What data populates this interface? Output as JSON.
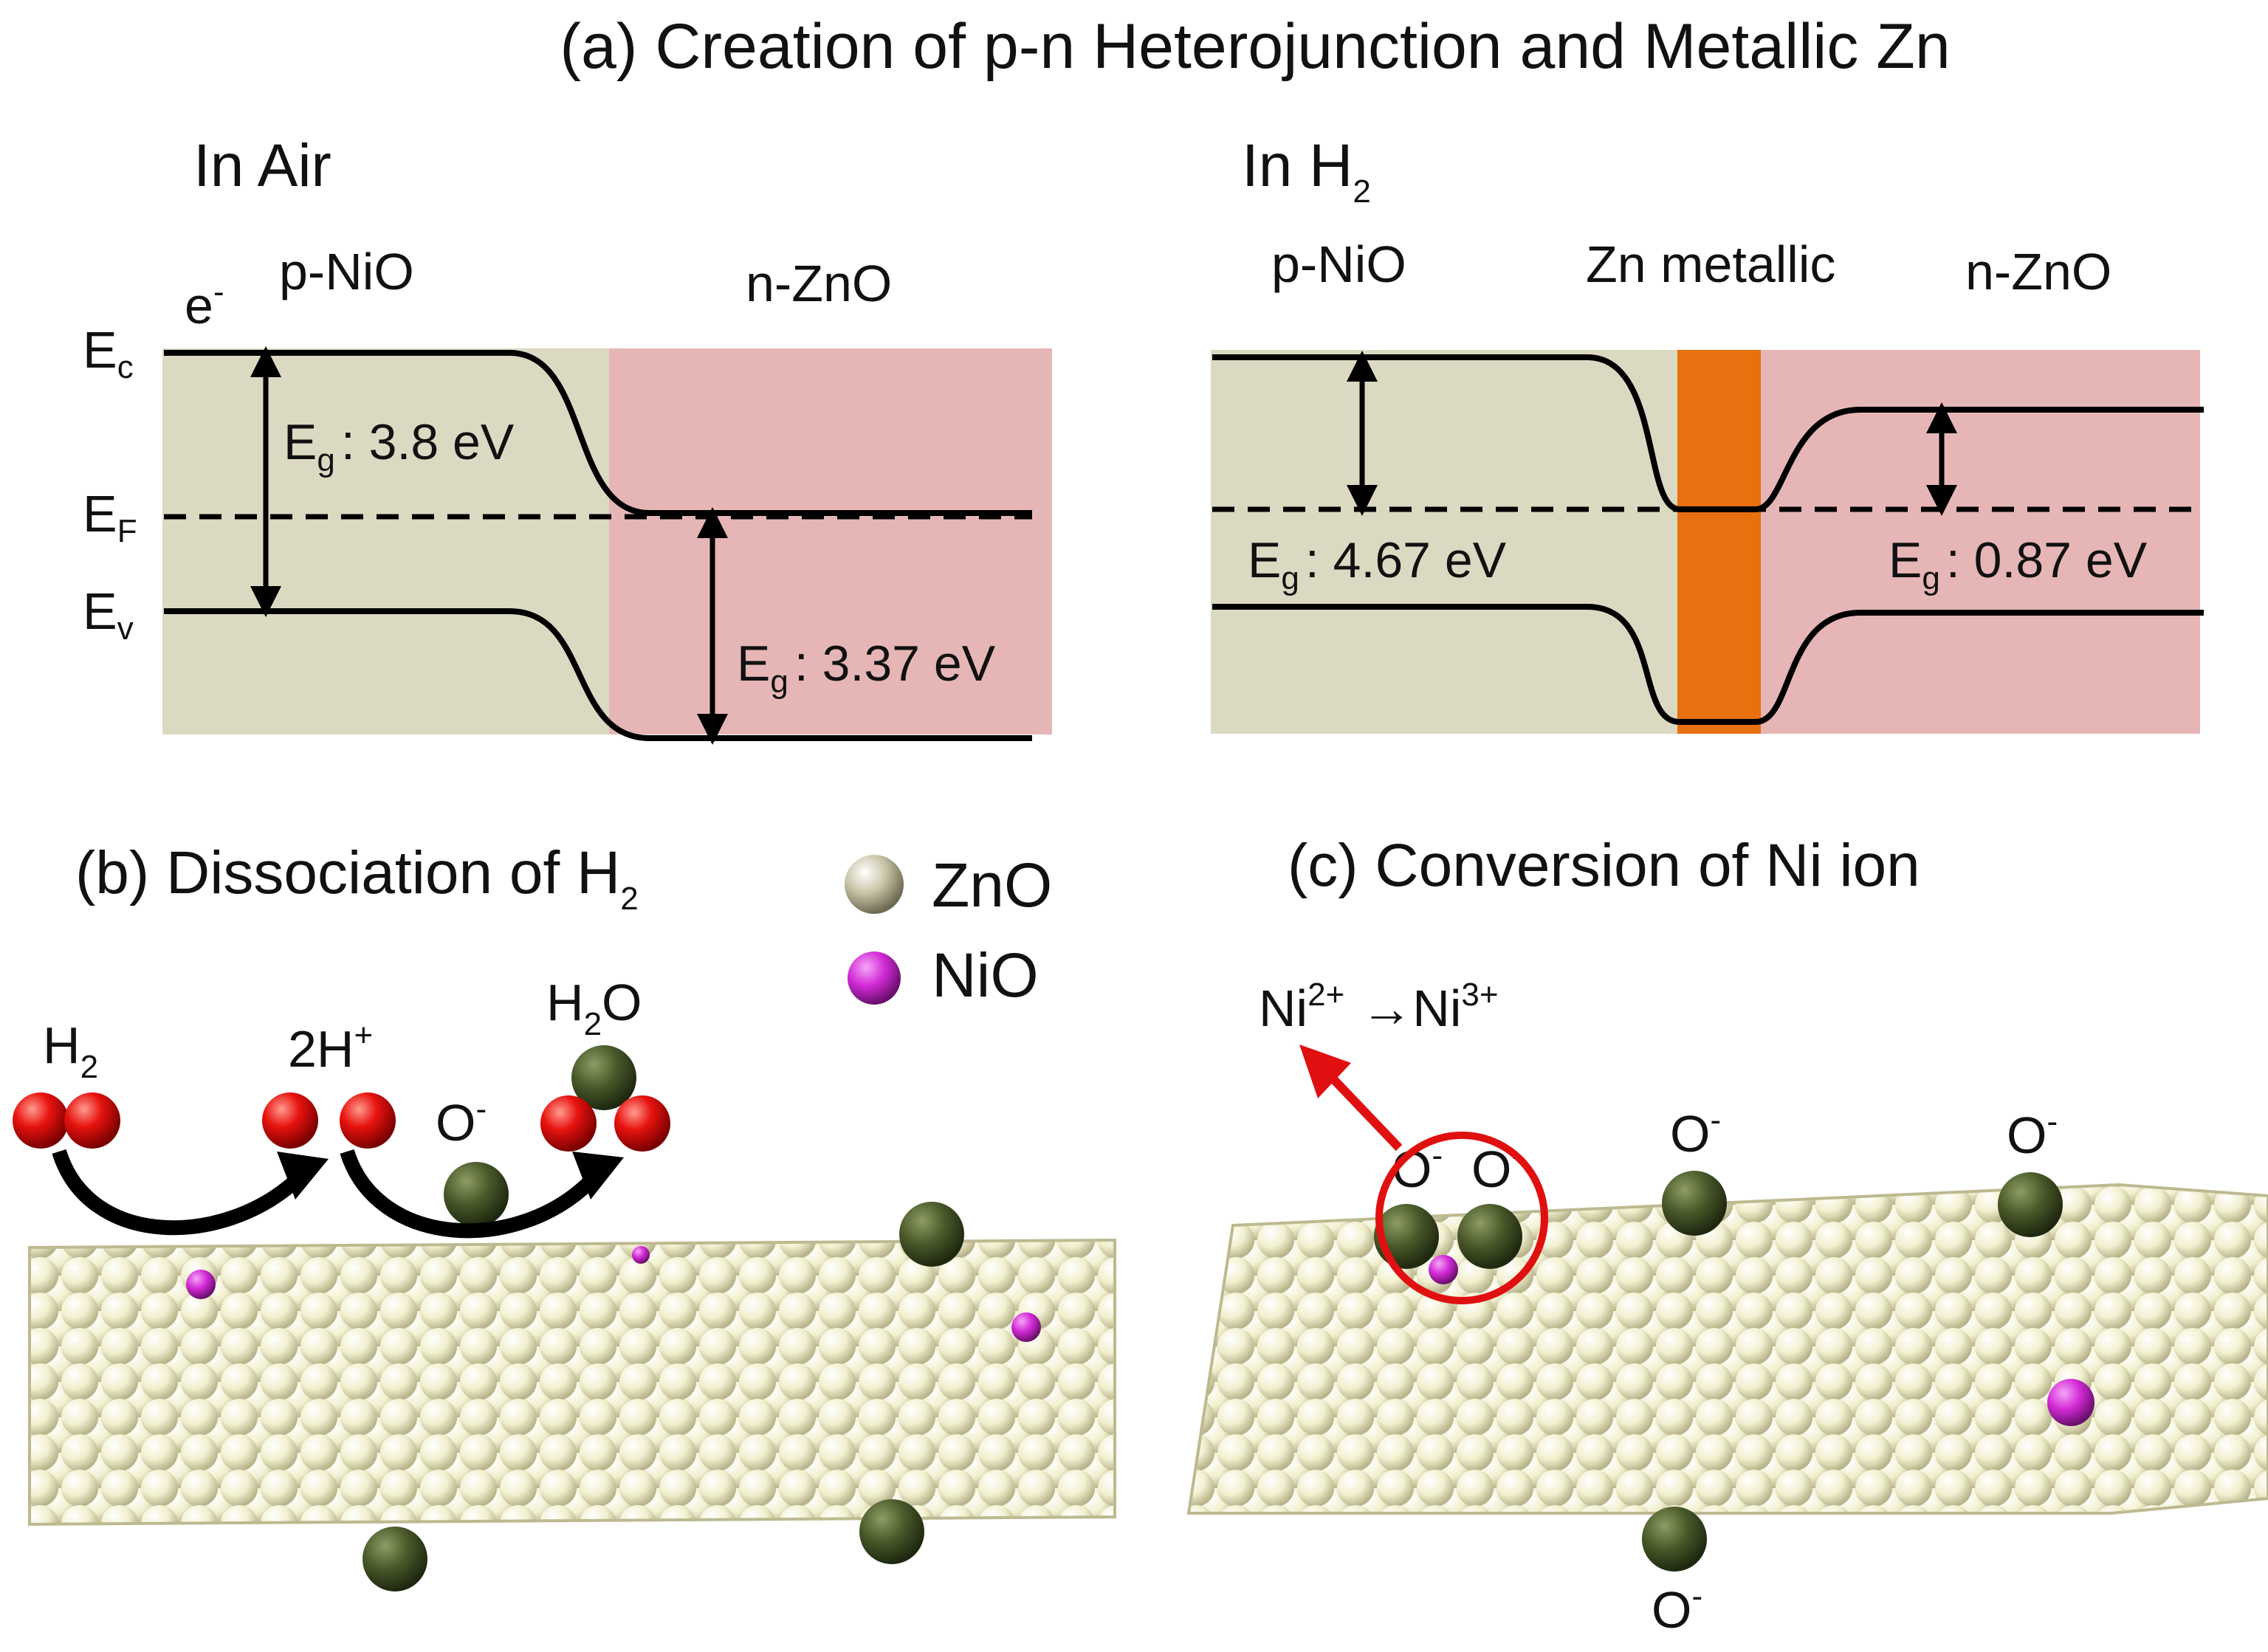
{
  "figure": {
    "panel_a": {
      "title": "(a) Creation of p-n Heterojunction and Metallic Zn",
      "air": {
        "heading": "In Air",
        "p_label": "p-NiO",
        "n_label": "n-ZnO",
        "electron": "e",
        "electron_sup": "-",
        "ec": "E",
        "ec_sub": "c",
        "ef": "E",
        "ef_sub": "F",
        "ev": "E",
        "ev_sub": "v",
        "eg_p": {
          "sym": "E",
          "sub": "g",
          "val": ": 3.8 eV"
        },
        "eg_n": {
          "sym": "E",
          "sub": "g",
          "val": ": 3.37 eV"
        }
      },
      "h2": {
        "heading": "In H",
        "heading_sub": "2",
        "p_label": "p-NiO",
        "zn_label": "Zn metallic",
        "n_label": "n-ZnO",
        "eg_p": {
          "sym": "E",
          "sub": "g",
          "val": ": 4.67 eV"
        },
        "eg_n": {
          "sym": "E",
          "sub": "g",
          "val": ": 0.87 eV"
        }
      }
    },
    "panel_b": {
      "title": "(b) Dissociation of H",
      "title_sub": "2",
      "legend": [
        {
          "label": "ZnO",
          "color": "#c9c4a8"
        },
        {
          "label": "NiO",
          "color": "#d22ad6"
        }
      ],
      "h2": {
        "text": "H",
        "sub": "2"
      },
      "h_plus": {
        "text": "2H",
        "sup": "+"
      },
      "o_minus": {
        "text": "O",
        "sup": "-"
      },
      "water": {
        "text": "H",
        "sub": "2",
        "tail": "O"
      }
    },
    "panel_c": {
      "title": "(c) Conversion of Ni ion",
      "reaction": {
        "a": "Ni",
        "a_sup": "2+",
        "arrow": "→Ni",
        "b_sup": "3+"
      },
      "o_minus": {
        "text": "O",
        "sup": "-"
      }
    }
  },
  "colors": {
    "p_region": "#dcd9c3",
    "n_region": "#e6b6b6",
    "zn_metal": "#e8700f",
    "hydrogen": "#e8130f",
    "oxygen": "#4a5a2a",
    "nio": "#d22ad6",
    "zno_surface": "#efedc8",
    "highlight": "#e01010"
  }
}
